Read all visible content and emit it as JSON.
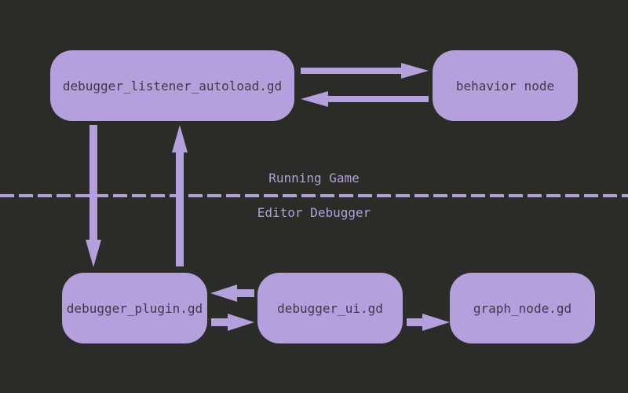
{
  "diagram": {
    "nodes": {
      "listener": "debugger_listener_autoload.gd",
      "behavior": "behavior node",
      "plugin": "debugger_plugin.gd",
      "ui": "debugger_ui.gd",
      "graph": "graph_node.gd"
    },
    "regions": {
      "top": "Running Game",
      "bottom": "Editor Debugger"
    }
  },
  "colors": {
    "background": "#2b2b27",
    "node_fill": "#b3a0dc",
    "node_text": "#3e3a4a",
    "accent": "#b3a0dc"
  }
}
